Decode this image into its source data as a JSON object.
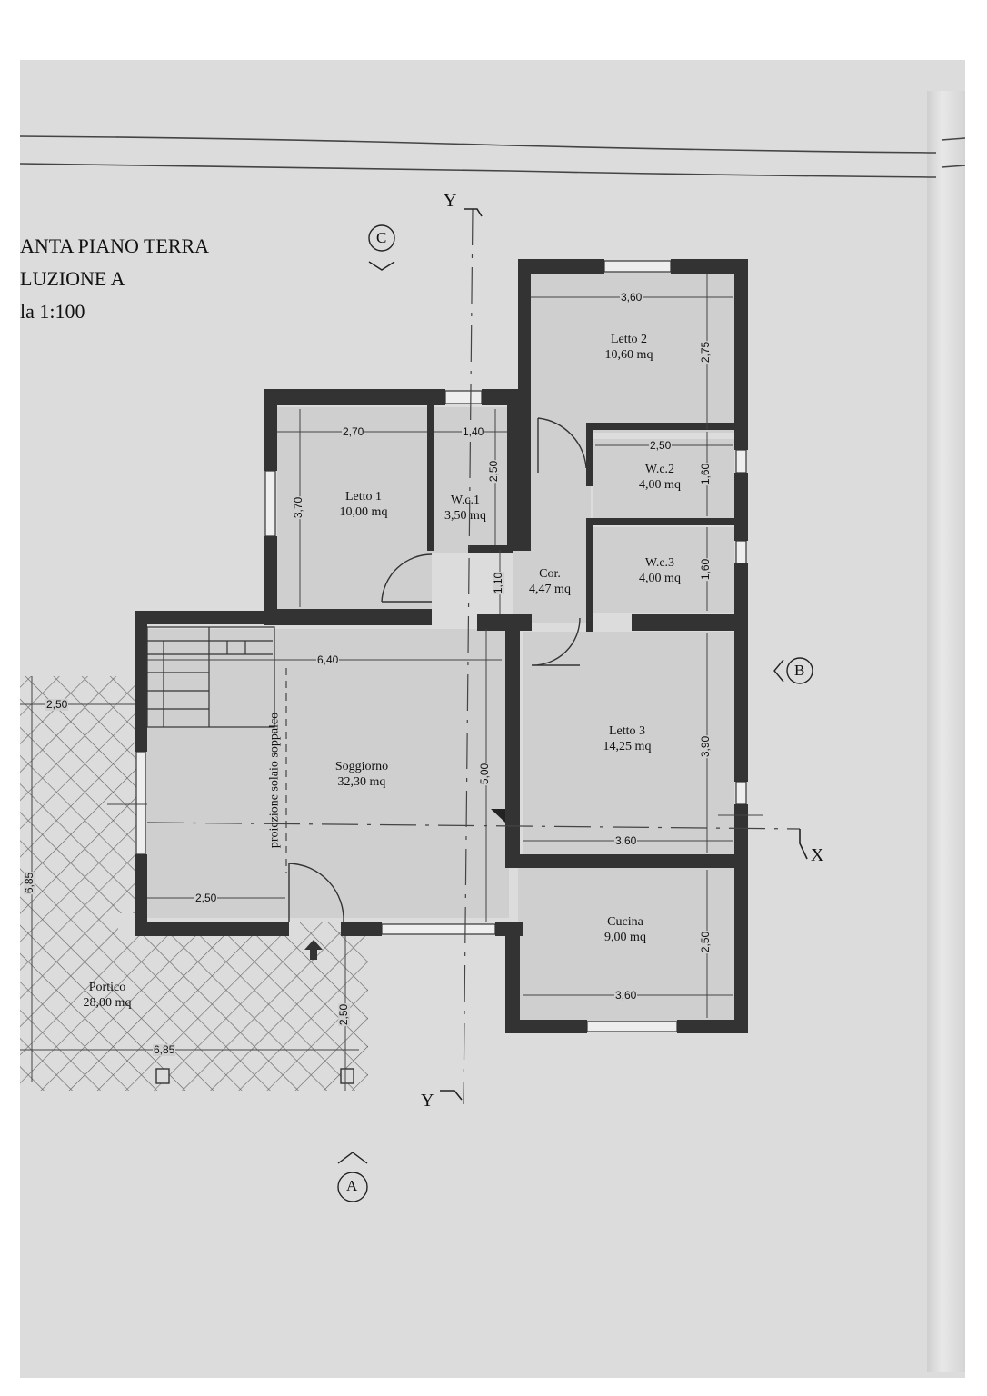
{
  "title": {
    "line1": "ANTA PIANO TERRA",
    "line2": "LUZIONE A",
    "line3": "la 1:100"
  },
  "rooms": {
    "letto2": {
      "name": "Letto 2",
      "area": "10,60 mq"
    },
    "letto1": {
      "name": "Letto 1",
      "area": "10,00 mq"
    },
    "wc1": {
      "name": "W.c.1",
      "area": "3,50 mq"
    },
    "wc2": {
      "name": "W.c.2",
      "area": "4,00 mq"
    },
    "wc3": {
      "name": "W.c.3",
      "area": "4,00 mq"
    },
    "cor": {
      "name": "Cor.",
      "area": "4,47 mq"
    },
    "letto3": {
      "name": "Letto 3",
      "area": "14,25 mq"
    },
    "soggiorno": {
      "name": "Soggiorno",
      "area": "32,30 mq"
    },
    "cucina": {
      "name": "Cucina",
      "area": "9,00 mq"
    },
    "portico": {
      "name": "Portico",
      "area": "28,00 mq"
    }
  },
  "mezzanine_label": "proiezione solaio soppalco",
  "dimensions": {
    "letto2_w": "3,60",
    "letto2_h": "2,75",
    "letto1_w": "2,70",
    "letto1_h": "3,70",
    "wc1_w": "1,40",
    "wc1_h": "2,50",
    "wc2_w": "2,50",
    "wc2_h": "1,60",
    "wc3_h": "1,60",
    "cor_h": "1,10",
    "soggiorno_w": "6,40",
    "soggiorno_h": "5,00",
    "soggiorno_bottom": "2,50",
    "letto3_w": "3,60",
    "letto3_h": "3,90",
    "cucina_w": "3,60",
    "cucina_h": "2,50",
    "portico_w": "6,85",
    "portico_h": "6,85",
    "portico_top": "2,50",
    "portico_right": "2,50"
  },
  "markers": {
    "a": "A",
    "b": "B",
    "c": "C"
  },
  "axes": {
    "y_top": "Y",
    "y_bottom": "Y",
    "x": "X"
  },
  "colors": {
    "wall": "#333333",
    "room_fill": "#cfcfcf",
    "paper": "#dcdcdc",
    "hatch": "#555555"
  }
}
